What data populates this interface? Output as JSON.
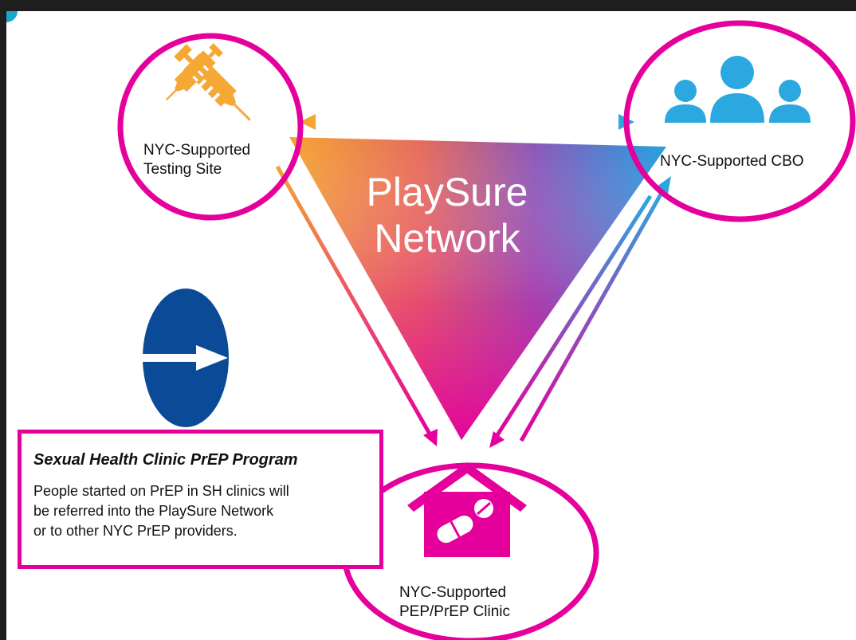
{
  "nodes": {
    "testing_site": {
      "label_line1": "NYC-Supported",
      "label_line2": "Testing Site",
      "icon": "syringe-icon"
    },
    "cbo": {
      "label": "NYC-Supported CBO",
      "icon": "people-group-icon"
    },
    "clinic": {
      "label_line1": "NYC-Supported",
      "label_line2": "PEP/PrEP Clinic",
      "icon": "house-pills-icon"
    }
  },
  "network": {
    "title_line1": "PlaySure",
    "title_line2": "Network"
  },
  "program": {
    "title": "Sexual Health Clinic PrEP Program",
    "body_line1": "People started on PrEP in SH clinics will",
    "body_line2": "be referred into the PlaySure Network",
    "body_line3": "or to other NYC PrEP providers.",
    "icon": "arrow-right-icon"
  },
  "colors": {
    "highlight_circle": "#e5009b",
    "testing_icon": "#f5a833",
    "cbo_icon": "#2ba8df",
    "clinic_icon": "#e5009b",
    "entry_ellipse": "#0b4a96"
  }
}
